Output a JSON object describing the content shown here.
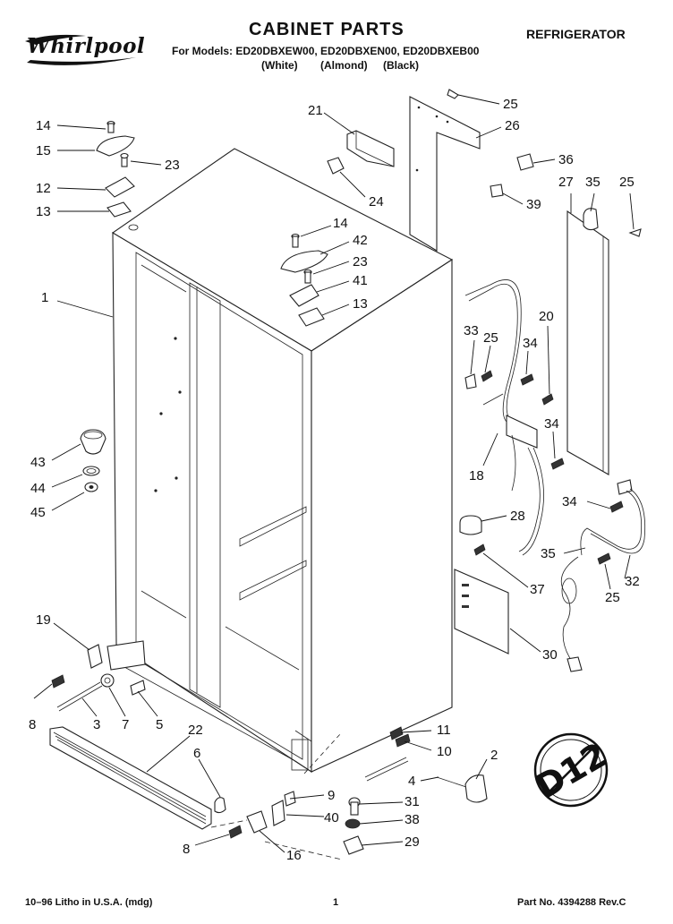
{
  "header": {
    "brand": "Whirlpool",
    "title": "CABINET PARTS",
    "appliance": "REFRIGERATOR",
    "models_line": "For Models: ED20DBXEW00, ED20DBXEN00, ED20DBXEB00",
    "color_white": "(White)",
    "color_almond": "(Almond)",
    "color_black": "(Black)"
  },
  "footer": {
    "left": "10–96 Litho in U.S.A. (mdg)",
    "center": "1",
    "right": "Part No. 4394288 Rev.C"
  },
  "diagram": {
    "callouts": {
      "c14a": "14",
      "c15": "15",
      "c23a": "23",
      "c12": "12",
      "c13a": "13",
      "c1": "1",
      "c21": "21",
      "c24": "24",
      "c14b": "14",
      "c42": "42",
      "c23b": "23",
      "c41": "41",
      "c13b": "13",
      "c25a": "25",
      "c26": "26",
      "c36": "36",
      "c39": "39",
      "c27": "27",
      "c35a": "35",
      "c25b": "25",
      "c20": "20",
      "c33": "33",
      "c25c": "25",
      "c34a": "34",
      "c34b": "34",
      "c18": "18",
      "c34c": "34",
      "c28": "28",
      "c35b": "35",
      "c37": "37",
      "c32": "32",
      "c25d": "25",
      "c30": "30",
      "c43": "43",
      "c44": "44",
      "c45": "45",
      "c19": "19",
      "c8a": "8",
      "c3": "3",
      "c7": "7",
      "c5": "5",
      "c22": "22",
      "c6": "6",
      "c11": "11",
      "c10": "10",
      "c2": "2",
      "c4": "4",
      "c9": "9",
      "c40": "40",
      "c31": "31",
      "c38": "38",
      "c29": "29",
      "c8b": "8",
      "c16": "16"
    }
  }
}
